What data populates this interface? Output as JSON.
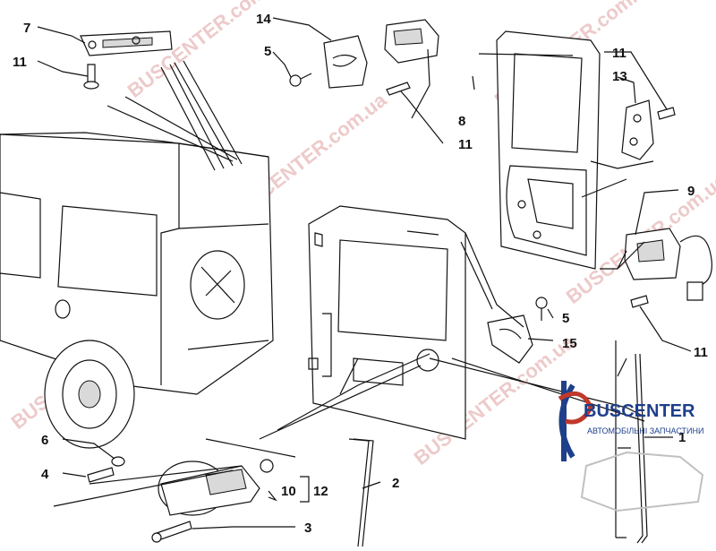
{
  "callouts": {
    "c7": "7",
    "c11_top": "11",
    "c14": "14",
    "c5_top": "5",
    "c8": "8",
    "c11_mid": "11",
    "c11_right_top": "11",
    "c13": "13",
    "c9": "9",
    "c5_mid": "5",
    "c15": "15",
    "c11_right_bottom": "11",
    "c1": "1",
    "c6": "6",
    "c4": "4",
    "c2": "2",
    "c10": "10",
    "c12": "12",
    "c3": "3"
  },
  "watermark": {
    "text": "BUSCENTER.com.ua"
  },
  "logo": {
    "brand": "BUSCENTER",
    "subtitle": "АВТОМОБІЛЬНІ ЗАПЧАСТИНИ"
  }
}
